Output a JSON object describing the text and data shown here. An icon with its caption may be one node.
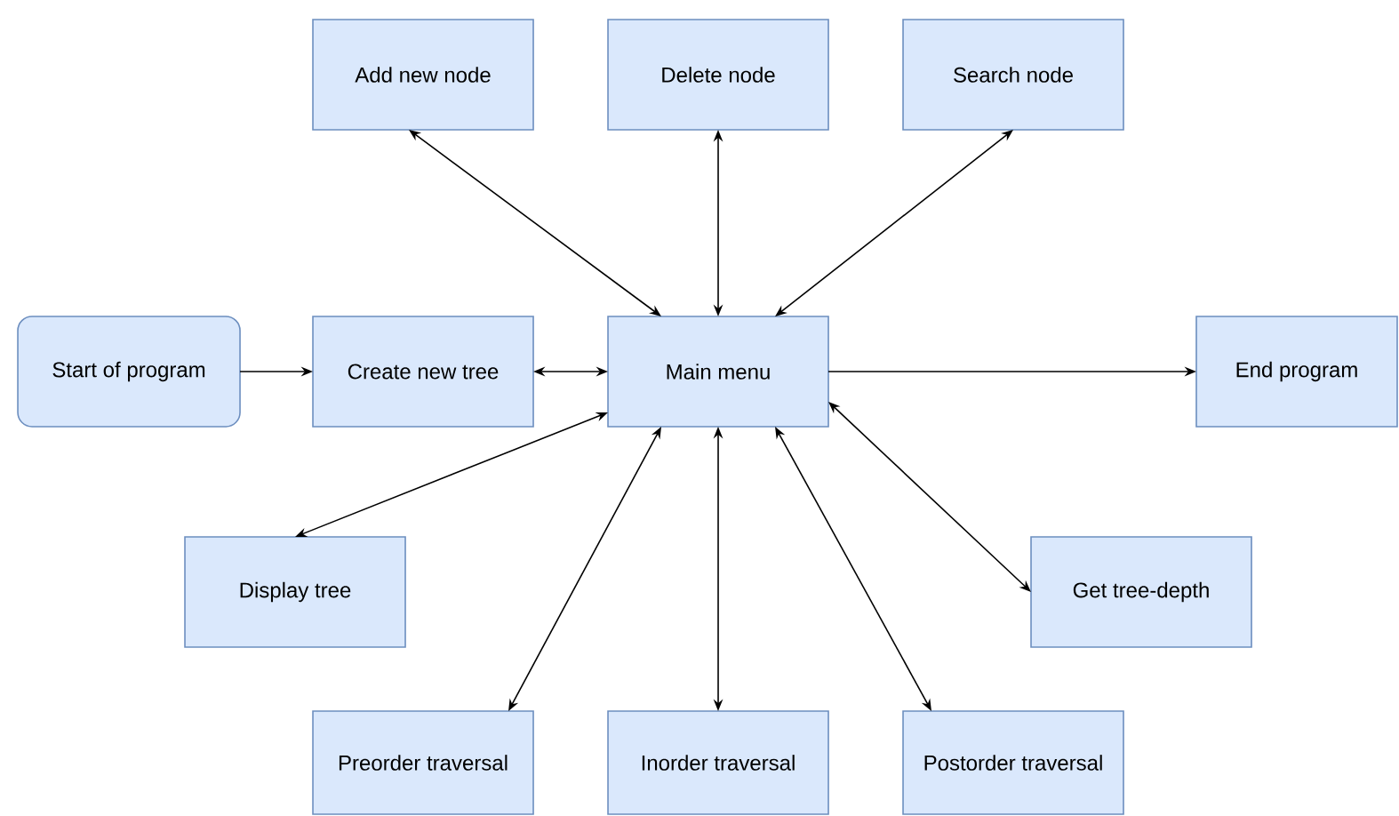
{
  "diagram": {
    "nodes": [
      {
        "text": [
          "Start of program"
        ]
      },
      {
        "text": [
          "Create new tree"
        ]
      },
      {
        "text": [
          "Main menu"
        ]
      },
      {
        "text": [
          "End program"
        ]
      },
      {
        "text": [
          "Add new node"
        ]
      },
      {
        "text": [
          "Delete node"
        ]
      },
      {
        "text": [
          "Search node"
        ]
      },
      {
        "text": [
          "Display tree"
        ]
      },
      {
        "text": [
          "Get tree-depth"
        ]
      },
      {
        "text": [
          "Preorder traversal"
        ]
      },
      {
        "text": [
          "Inorder traversal"
        ]
      },
      {
        "text": [
          "Postorder traversal"
        ]
      }
    ],
    "edges": [
      {
        "from": 0,
        "to": 1,
        "arrow": "to"
      },
      {
        "from": 2,
        "to": 1,
        "arrow": "both"
      },
      {
        "from": 2,
        "to": 3,
        "arrow": "to"
      },
      {
        "from": 2,
        "to": 4,
        "arrow": "both"
      },
      {
        "from": 2,
        "to": 5,
        "arrow": "both"
      },
      {
        "from": 2,
        "to": 6,
        "arrow": "both"
      },
      {
        "from": 2,
        "to": 7,
        "arrow": "both"
      },
      {
        "from": 2,
        "to": 8,
        "arrow": "both"
      },
      {
        "from": 2,
        "to": 9,
        "arrow": "both"
      },
      {
        "from": 2,
        "to": 10,
        "arrow": "both"
      },
      {
        "from": 2,
        "to": 11,
        "arrow": "both"
      }
    ]
  }
}
